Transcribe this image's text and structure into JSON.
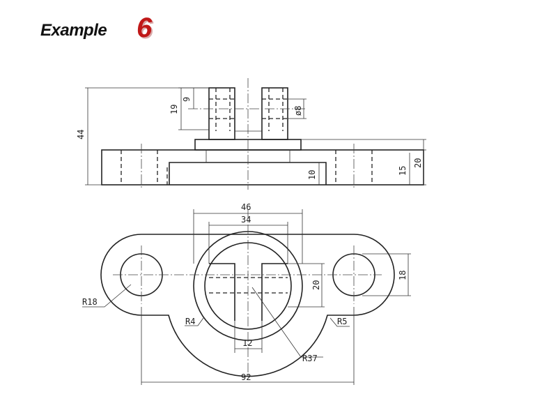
{
  "header": {
    "word": "Example",
    "number": "6"
  },
  "dims": {
    "d44": "44",
    "d19": "19",
    "d9": "9",
    "d8": "ø8",
    "d10": "10",
    "d15": "15",
    "d20v": "20",
    "d46": "46",
    "d34": "34",
    "d20": "20",
    "d18": "18",
    "r18": "R18",
    "r4": "R4",
    "r5": "R5",
    "r37": "R37",
    "d12": "12",
    "d92": "92"
  },
  "colors": {
    "title_accent": "#c01818",
    "ink": "#222222"
  }
}
